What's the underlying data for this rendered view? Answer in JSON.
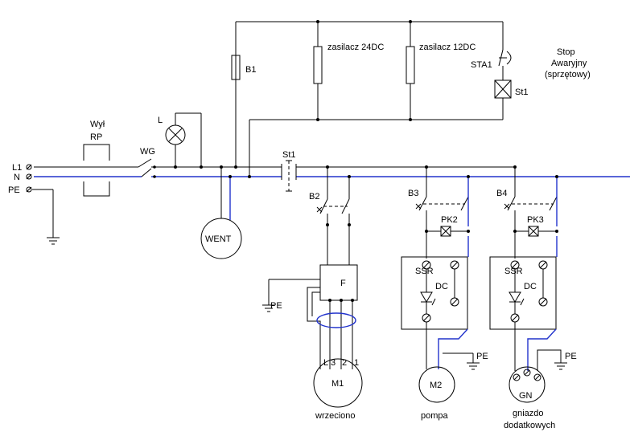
{
  "labels": {
    "wyl": "Wył",
    "rp": "RP",
    "wg": "WG",
    "lamp": "L",
    "l1": "L1",
    "n": "N",
    "pe_main": "PE",
    "b1": "B1",
    "zas24": "zasilacz 24DC",
    "zas12": "zasilacz 12DC",
    "sta1": "STA1",
    "stop1": "Stop",
    "stop2": "Awaryjny",
    "stop3": "(sprzętowy)",
    "st1_coil": "St1",
    "st1_contact": "St1",
    "went": "WENT",
    "b2": "B2",
    "b3": "B3",
    "b4": "B4",
    "pk2": "PK2",
    "pk3": "PK3",
    "f": "F",
    "pe_f": "PE",
    "ssr1": "SSR",
    "dc1": "DC",
    "ssr2": "SSR",
    "dc2": "DC",
    "pe_m2": "PE",
    "pe_gn": "PE",
    "m1": "M1",
    "t3": "3",
    "t2": "2",
    "t1": "1",
    "tl": "L",
    "m2": "M2",
    "gn": "GN",
    "wrzeciono": "wrzeciono",
    "pompa": "pompa",
    "gniazdo1": "gniazdo",
    "gniazdo2": "dodatkowych"
  },
  "colors": {
    "line_black": "#000000",
    "line_neutral_blue": "#2233cc",
    "background": "#ffffff"
  }
}
